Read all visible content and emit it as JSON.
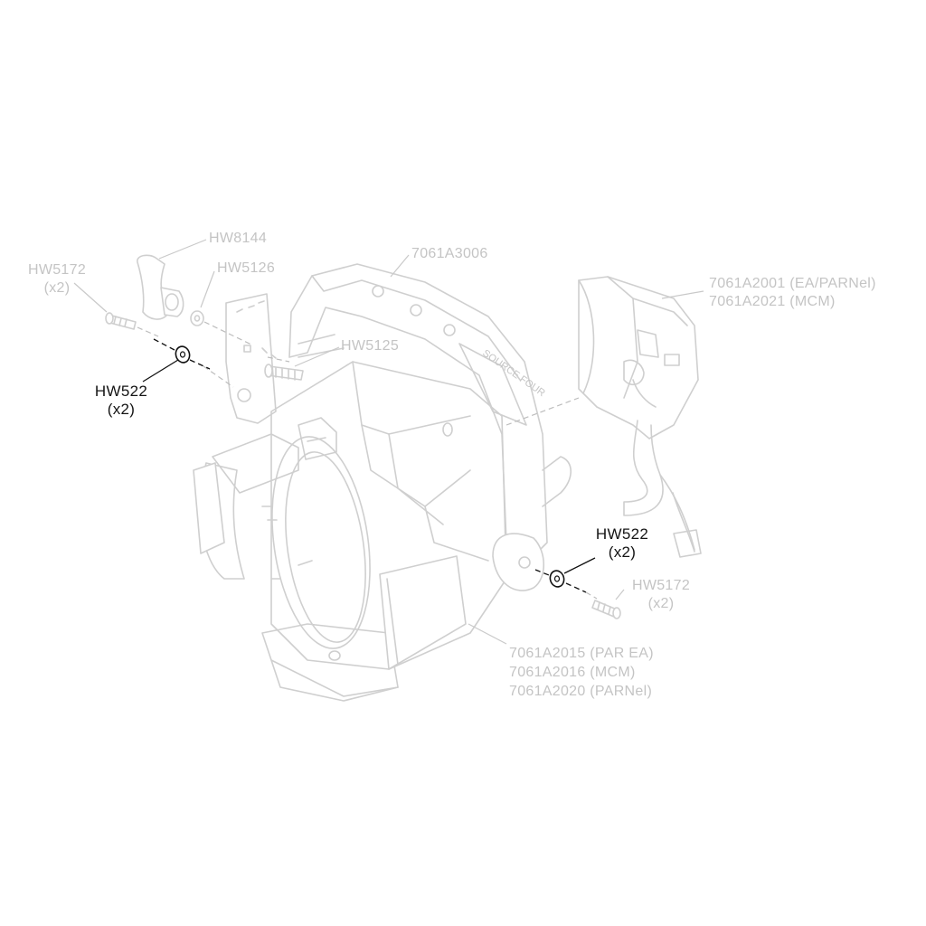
{
  "labels": {
    "hw8144": "HW8144",
    "hw5126": "HW5126",
    "hw5172_left": "HW5172",
    "hw5172_left_qty": "(x2)",
    "part_7061a3006": "7061A3006",
    "hw5125": "HW5125",
    "hw522_left": "HW522",
    "hw522_left_qty": "(x2)",
    "part_7061a2001": "7061A2001 (EA/PARNel)",
    "part_7061a2021": "7061A2021 (MCM)",
    "hw522_right": "HW522",
    "hw522_right_qty": "(x2)",
    "hw5172_right": "HW5172",
    "hw5172_right_qty": "(x2)",
    "part_7061a2015": "7061A2015 (PAR EA)",
    "part_7061a2016": "7061A2016 (MCM)",
    "part_7061a2020": "7061A2020 (PARNel)"
  },
  "yoke_print": "SOURCE FOUR",
  "colors": {
    "highlight": "#141414",
    "muted": "#c4c4c4",
    "linework": "#cfcfcf",
    "background": "#ffffff"
  }
}
